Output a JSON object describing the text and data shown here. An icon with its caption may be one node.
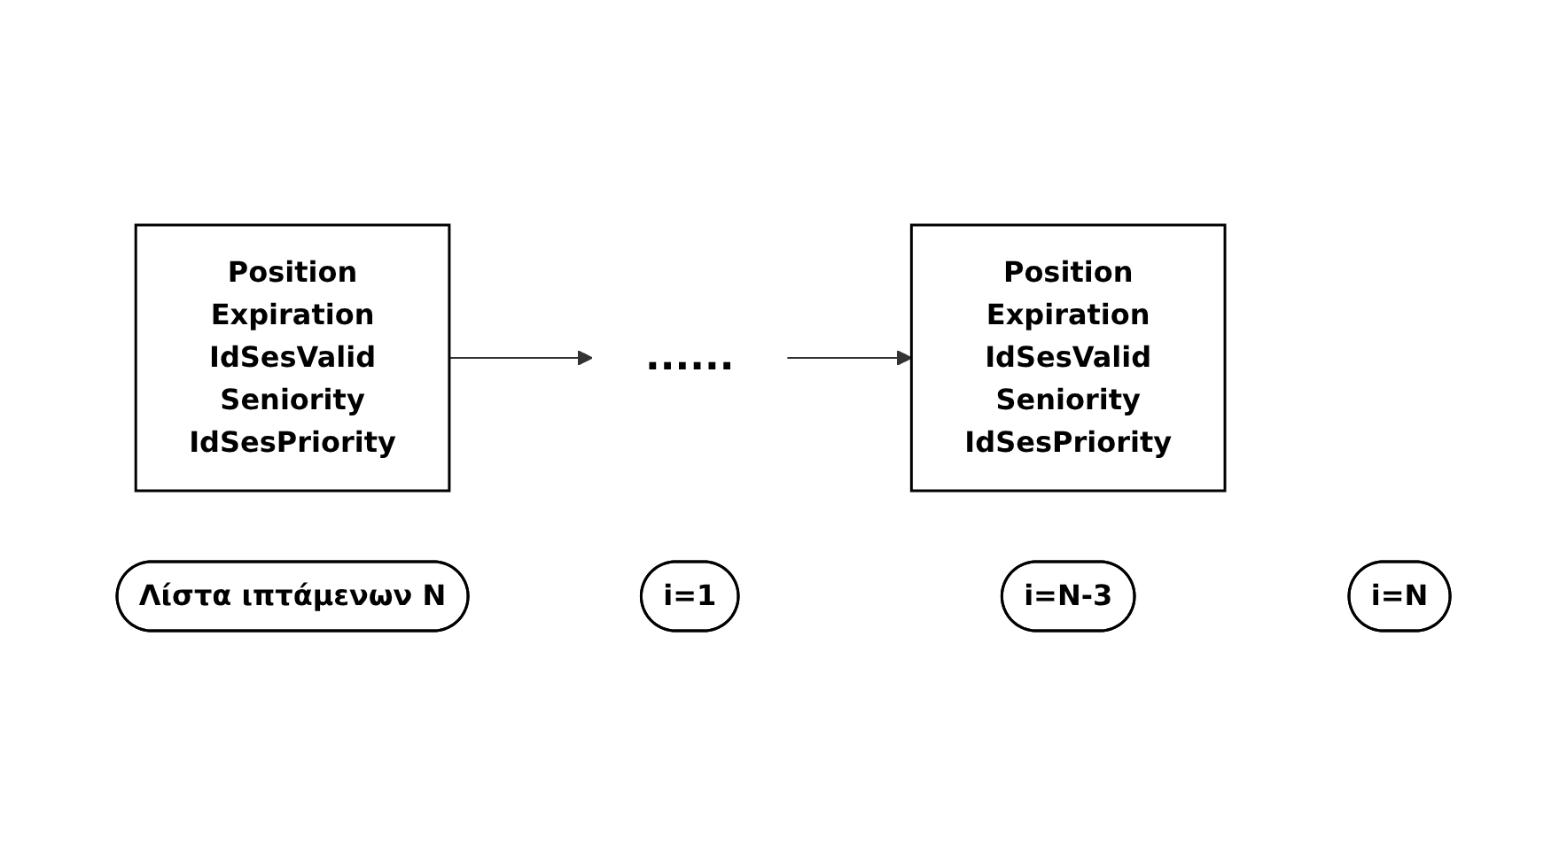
{
  "diagram": {
    "nodes": [
      {
        "text": [
          "Λίστα ιπτάμενων N"
        ]
      },
      {
        "text": [
          "Position",
          "Expiration",
          "IdSesValid",
          "Seniority",
          "IdSesPriority"
        ]
      },
      {
        "text": [
          "......"
        ]
      },
      {
        "text": [
          "Position",
          "Expiration",
          "IdSesValid",
          "Seniority",
          "IdSesPriority"
        ]
      },
      {
        "text": [
          "i=1"
        ]
      },
      {
        "text": [
          "i=N-3"
        ]
      },
      {
        "text": [
          "i=N"
        ]
      }
    ],
    "edges": [
      {
        "from": 1,
        "to": 2,
        "arrow": "to"
      },
      {
        "from": 2,
        "to": 3,
        "arrow": "to"
      }
    ]
  }
}
